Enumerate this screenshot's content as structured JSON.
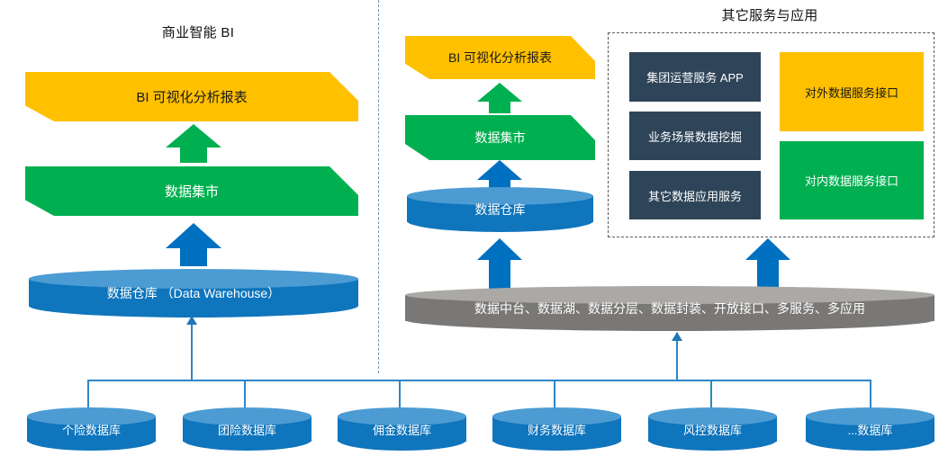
{
  "sections": {
    "bi": {
      "title": "商业智能 BI"
    },
    "other": {
      "title": "其它服务与应用"
    }
  },
  "left_stack": {
    "report_banner": "BI 可视化分析报表",
    "datamart_banner": "数据集市",
    "warehouse_cylinder": "数据仓库 （Data Warehouse）"
  },
  "middle_stack": {
    "report_banner": "BI 可视化分析报表",
    "datamart_banner": "数据集市",
    "warehouse_cylinder": "数据仓库"
  },
  "apps_panel": {
    "left_boxes": [
      "集团运营服务 APP",
      "业务场景数据挖掘",
      "其它数据应用服务"
    ],
    "right_boxes": [
      "对外数据服务接口",
      "对内数据服务接口"
    ]
  },
  "platform_cylinder": {
    "label": "数据中台、数据湖、数据分层、数据封装、开放接口、多服务、多应用"
  },
  "source_databases": [
    "个险数据库",
    "团险数据库",
    "佣金数据库",
    "财务数据库",
    "风控数据库",
    "...数据库"
  ],
  "colors": {
    "orange": "#FFC000",
    "green": "#00B050",
    "blue": "#0070C0",
    "cylinder_blue": "#0F75BC",
    "cylinder_blue_top": "#4C9BD3",
    "gray": "#7A7876",
    "gray_top": "#ABA9A6",
    "navy": "#2E4458",
    "connector": "#2E86C8"
  }
}
